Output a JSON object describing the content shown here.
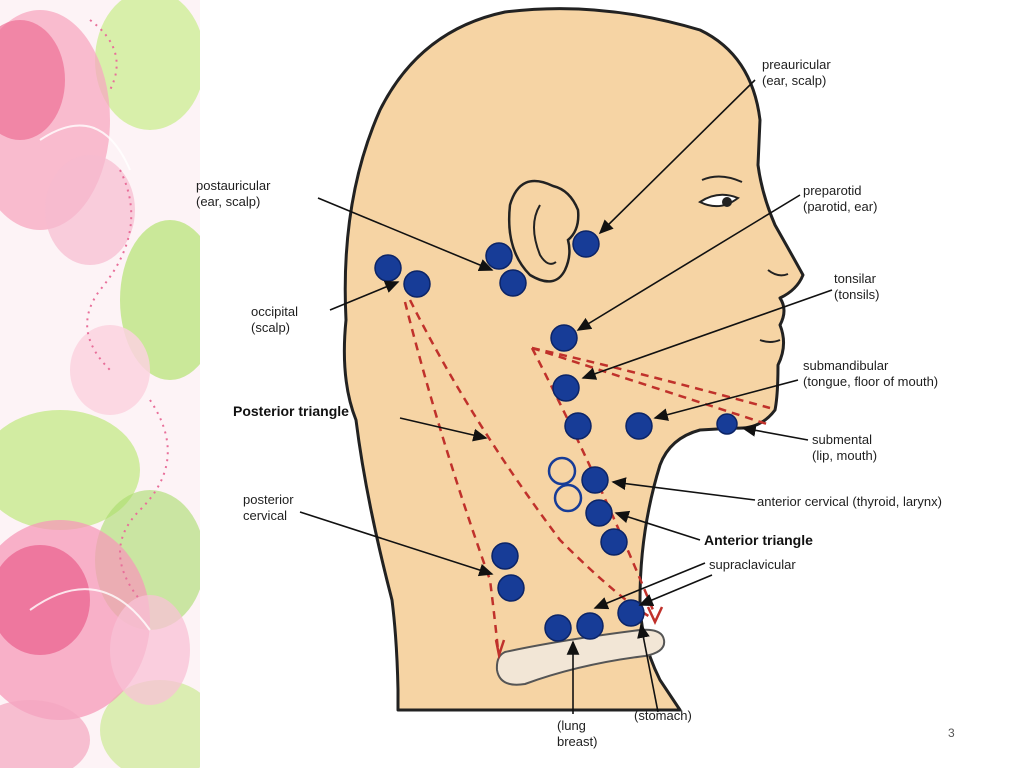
{
  "slide": {
    "page_number": "3",
    "colors": {
      "skin": "#f6d4a4",
      "outline": "#222222",
      "node": "#173c97",
      "dashed": "#c0312b",
      "clavicle": "#f2e6d6"
    }
  },
  "labels": {
    "preauricular": [
      "preauricular",
      "(ear, scalp)"
    ],
    "postauricular": [
      "postauricular",
      "(ear, scalp)"
    ],
    "preparotid": [
      "preparotid",
      "(parotid, ear)"
    ],
    "tonsilar": [
      "tonsilar",
      "(tonsils)"
    ],
    "occipital": [
      "occipital",
      "(scalp)"
    ],
    "submandibular": [
      "submandibular",
      "(tongue, floor of mouth)"
    ],
    "posterior_triangle": "Posterior triangle",
    "submental": [
      "submental",
      "(lip, mouth)"
    ],
    "anterior_cervical": "anterior cervical (thyroid, larynx)",
    "posterior_cervical": [
      "posterior",
      "cervical"
    ],
    "anterior_triangle": "Anterior triangle",
    "supraclavicular": "supraclavicular",
    "lung_breast": [
      "(lung",
      "breast)"
    ],
    "stomach": "(stomach)"
  }
}
